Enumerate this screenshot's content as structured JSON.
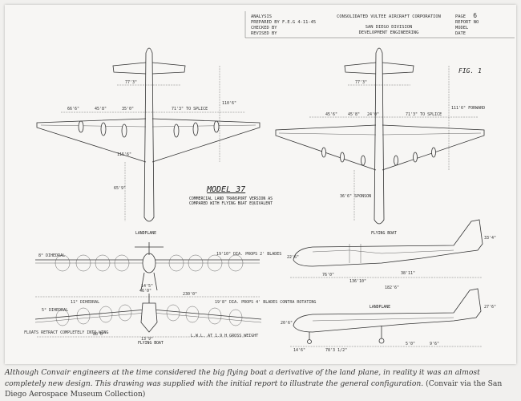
{
  "title_block": {
    "col1": [
      "ANALYSIS",
      "PREPARED BY  F.E.G  4-11-45",
      "CHECKED BY",
      "REVISED BY"
    ],
    "company": "CONSOLIDATED VULTEE AIRCRAFT CORPORATION",
    "division": "SAN DIEGO DIVISION",
    "department": "DEVELOPMENT ENGINEERING",
    "page_label": "PAGE",
    "page_number": "6",
    "col3": [
      "REPORT NO",
      "MODEL",
      "DATE"
    ]
  },
  "fig_label": "FIG. 1",
  "model_label": "MODEL 37",
  "model_subtitle": [
    "COMMERCIAL LAND TRANSPORT VERSION AS",
    "COMPARED WITH FLYING BOAT EQUIVALENT"
  ],
  "view_labels": {
    "landplane_front": "LANDPLANE",
    "flying_boat_front": "FLYING BOAT",
    "flying_boat_side": "FLYING BOAT",
    "landplane_side": "LANDPLANE"
  },
  "dimensions": {
    "plan_left": [
      "77'3\"",
      "66'6\"",
      "45'8\"",
      "35'0\"",
      "71'3\" TO SPLICE",
      "110'6\"",
      "115'6\"",
      "65'9\""
    ],
    "plan_right": [
      "77'3\"",
      "45'6\"",
      "45'8\"",
      "24'0\"",
      "71'3\" TO SPLICE",
      "111'6\" FORWARD",
      "36'6\" SPONSON"
    ],
    "front": [
      "8° DIHEDRAL",
      "19'10\" DIA. PROPS 2' BLADES",
      "14'5\"",
      "46'0\"",
      "230'0\"",
      "11° DIHEDRAL",
      "5° DIHEDRAL",
      "19'8\" DIA. PROPS 4' BLADES CONTRA ROTATING",
      "FLOATS RETRACT COMPLETELY INTO WING",
      "80'6\"",
      "13'9\"",
      "L.W.L. AT 1.9 H GROSS WEIGHT",
      "FLYING BOAT"
    ],
    "side": [
      "33'4\"",
      "22'6\"",
      "76'0\"",
      "136'10\"",
      "38'11\"",
      "182'6\"",
      "27'6\"",
      "20'6\"",
      "14'6\"",
      "78'3 1/2\"",
      "5'0\"",
      "9'6\""
    ]
  },
  "caption": {
    "italic": "Although Convair engineers at the time considered the big flying boat a derivative of the land plane, in reality it was an almost completely new design. This drawing was supplied with the initial report to illustrate the general configuration.",
    "credit": "(Convair via the San Diego Aerospace Museum Collection)"
  }
}
